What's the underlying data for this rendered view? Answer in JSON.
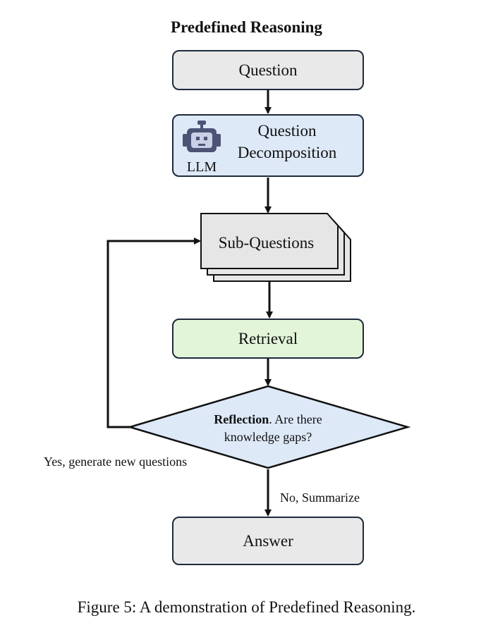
{
  "title": "Predefined Reasoning",
  "nodes": {
    "question": "Question",
    "decomposition_line1": "Question",
    "decomposition_line2": "Decomposition",
    "llm_label": "LLM",
    "sub_questions": "Sub-Questions",
    "retrieval": "Retrieval",
    "reflection_bold": "Reflection",
    "reflection_rest_line1": ". Are there",
    "reflection_line2": "knowledge gaps?",
    "answer": "Answer"
  },
  "edges": {
    "yes_label": "Yes, generate new questions",
    "no_label": "No, Summarize"
  },
  "icons": {
    "llm": "robot-icon"
  },
  "colors": {
    "gray_fill": "#e9e9e9",
    "blue_fill": "#dde9f7",
    "green_fill": "#e2f5d8",
    "stroke": "#1d2a3a"
  },
  "caption": "Figure 5: A demonstration of Predefined Reasoning."
}
